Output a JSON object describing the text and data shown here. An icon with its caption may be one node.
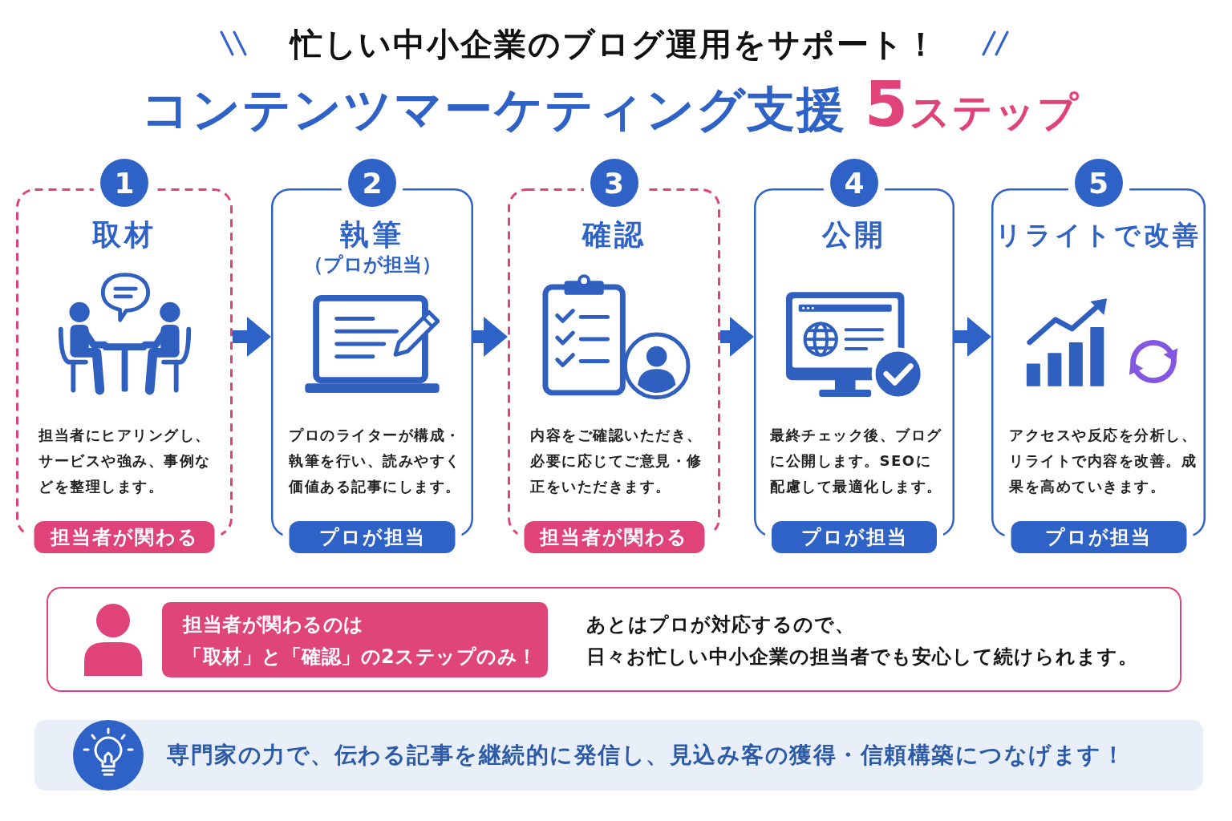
{
  "diagram": {
    "title": "コンテンツマーケティング支援 **5ステップ**",
    "nodes": [
      {
        "text": [
          "1",
          "取材",
          "担当者にヒアリングし、サービスや強み、事例などを整理します。",
          "担当者が関わる"
        ]
      },
      {
        "text": [
          "2",
          "執筆",
          "（プロが担当）",
          "プロのライターが構成・執筆を行い、読みやすく価値ある記事にします。",
          "プロが担当"
        ]
      },
      {
        "text": [
          "3",
          "確認",
          "内容をご確認いただき、必要に応じてご意見・修正をいただきます。",
          "担当者が関わる"
        ]
      },
      {
        "text": [
          "4",
          "公開",
          "最終チェック後、ブログに公開します。SEOに配慮して最適化します。",
          "プロが担当"
        ]
      },
      {
        "text": [
          "5",
          "リライトで改善",
          "アクセスや反応を分析し、リライトで内容を改善。成果を高めていきます。",
          "プロが担当"
        ]
      },
      {
        "text": [
          "あとはプロが対応するので、",
          "日々お忙しい中小企業の担当者でも安心して続けられます。"
        ]
      },
      {
        "text": [
          "担当者が関わるのは",
          "「取材」と「確認」の2ステップのみ！"
        ],
        "in": 5
      },
      {
        "text": [
          "専門家の力で、伝わる記事を継続的に発信し、見込み客の獲得・信頼構築につなげます！"
        ]
      }
    ],
    "edges": [
      {
        "from": 0,
        "to": 1,
        "arrow": "to"
      },
      {
        "from": 1,
        "to": 2,
        "arrow": "to"
      },
      {
        "from": 2,
        "to": 3,
        "arrow": "to"
      },
      {
        "from": 3,
        "to": 4,
        "arrow": "to"
      }
    ],
    "labels": [
      "忙しい中小企業のブログ運用をサポート！"
    ]
  }
}
